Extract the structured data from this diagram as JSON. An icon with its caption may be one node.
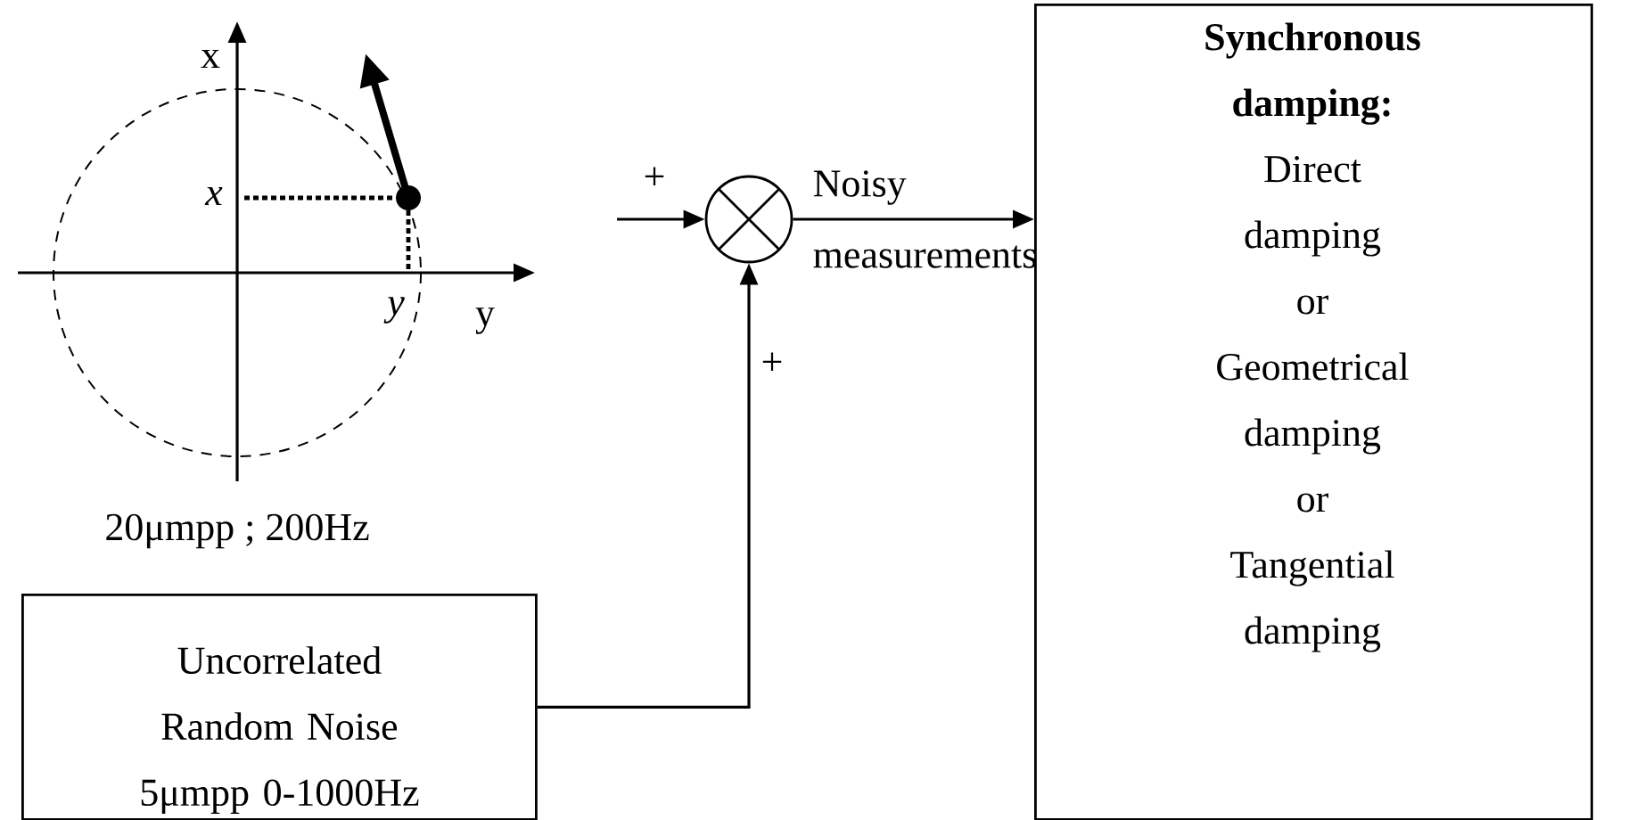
{
  "diagram": {
    "nodes": [
      {
        "text": [],
        "shape": "circle"
      },
      {
        "text": [
          "Uncorrelated Random Noise 5μmpp 0-1000Hz"
        ]
      },
      {
        "text": [
          "Synchronous damping:",
          "Direct damping or Geometrical damping or Tangential damping"
        ]
      }
    ],
    "edges": [
      {
        "from": null,
        "to": 0,
        "arrow": "to",
        "label": "+"
      },
      {
        "from": 1,
        "to": 0,
        "arrow": "to",
        "label": "+"
      },
      {
        "from": 0,
        "to": 2,
        "arrow": "to",
        "label": "Noisy measurements"
      }
    ],
    "labels": [
      "x",
      "y",
      "x",
      "y",
      "20μmpp ; 200Hz"
    ]
  }
}
